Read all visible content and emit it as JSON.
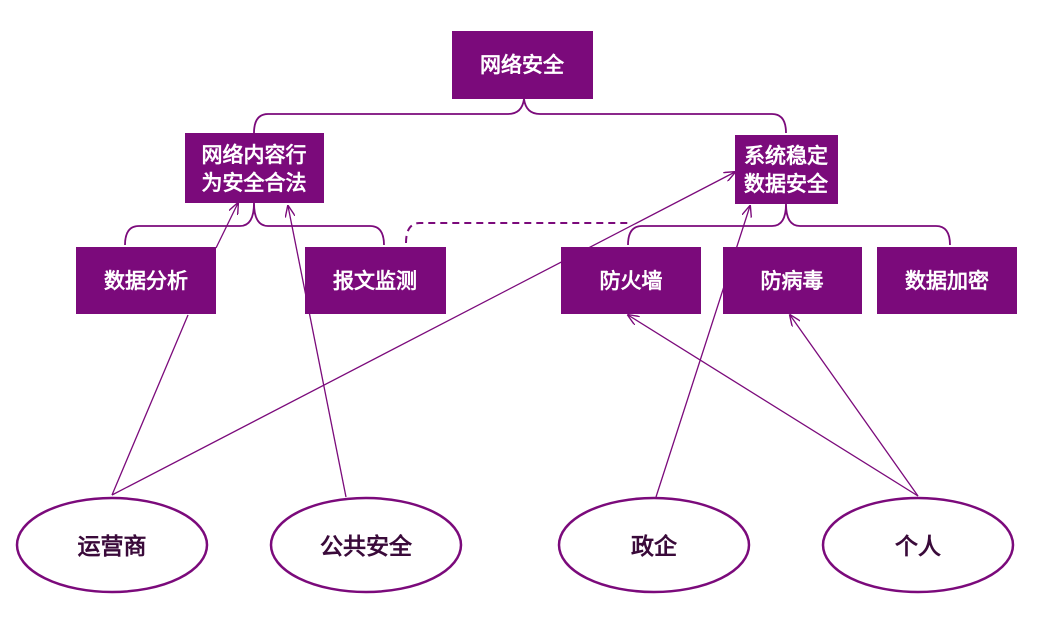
{
  "colors": {
    "box_fill": "#7b0a7b",
    "line": "#7b0a7b",
    "box_text": "#ffffff",
    "actor_text": "#3a0a3a",
    "background": "#ffffff"
  },
  "root": {
    "label": "网络安全"
  },
  "level1": {
    "content_safety": {
      "line1": "网络内容行",
      "line2": "为安全合法"
    },
    "system_stability": {
      "line1": "系统稳定",
      "line2": "数据安全"
    }
  },
  "level2": {
    "data_analysis": "数据分析",
    "message_monitoring": "报文监测",
    "firewall": "防火墙",
    "antivirus": "防病毒",
    "data_encryption": "数据加密"
  },
  "actors": {
    "carrier": "运营商",
    "public_security": "公共安全",
    "gov_enterprise": "政企",
    "individual": "个人"
  }
}
